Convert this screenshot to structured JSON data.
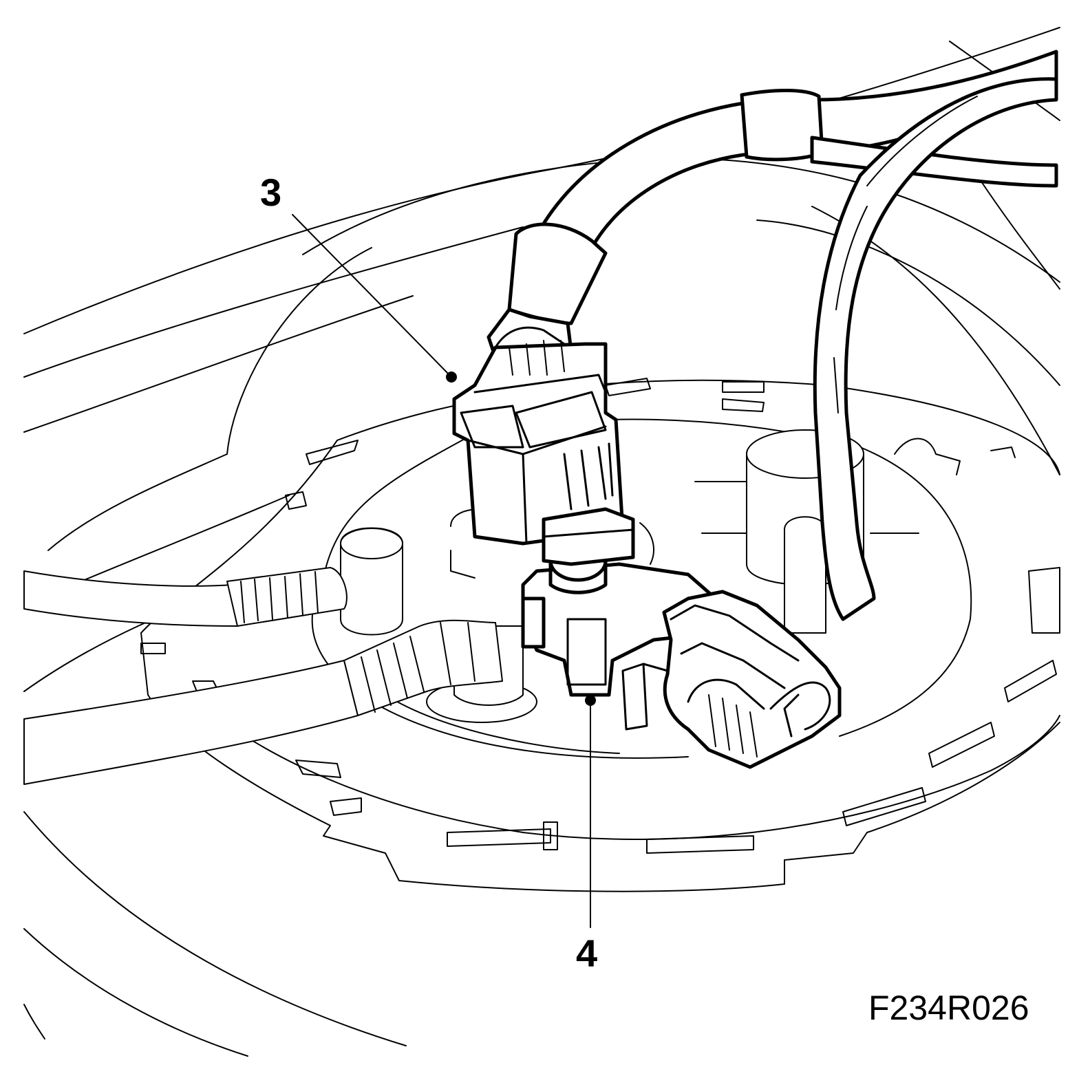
{
  "callouts": [
    {
      "label": "3"
    },
    {
      "label": "4"
    }
  ],
  "figure_code": "F234R026",
  "colors": {
    "line": "#000000",
    "background": "#ffffff"
  }
}
